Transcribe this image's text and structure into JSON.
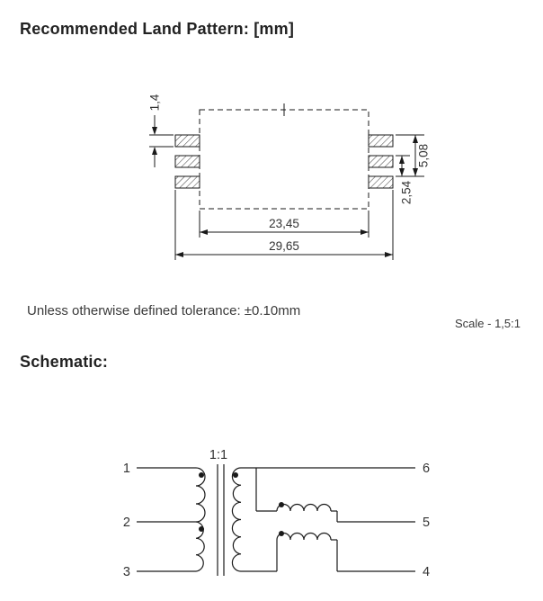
{
  "headings": {
    "land_pattern": "Recommended Land Pattern: [mm]",
    "schematic": "Schematic:"
  },
  "land_pattern": {
    "tolerance_note": "Unless otherwise defined tolerance: ±0.10mm",
    "scale_label": "Scale - 1,5:1",
    "dimensions": {
      "pad_height": "1,4",
      "row_span": "5,08",
      "row_pitch": "2,54",
      "inner_width": "23,45",
      "outer_width": "29,65"
    }
  },
  "schematic": {
    "turns_ratio": "1:1",
    "pins_left": [
      "1",
      "2",
      "3"
    ],
    "pins_right": [
      "6",
      "5",
      "4"
    ]
  },
  "colors": {
    "line": "#1a1a1a",
    "text": "#333333"
  }
}
